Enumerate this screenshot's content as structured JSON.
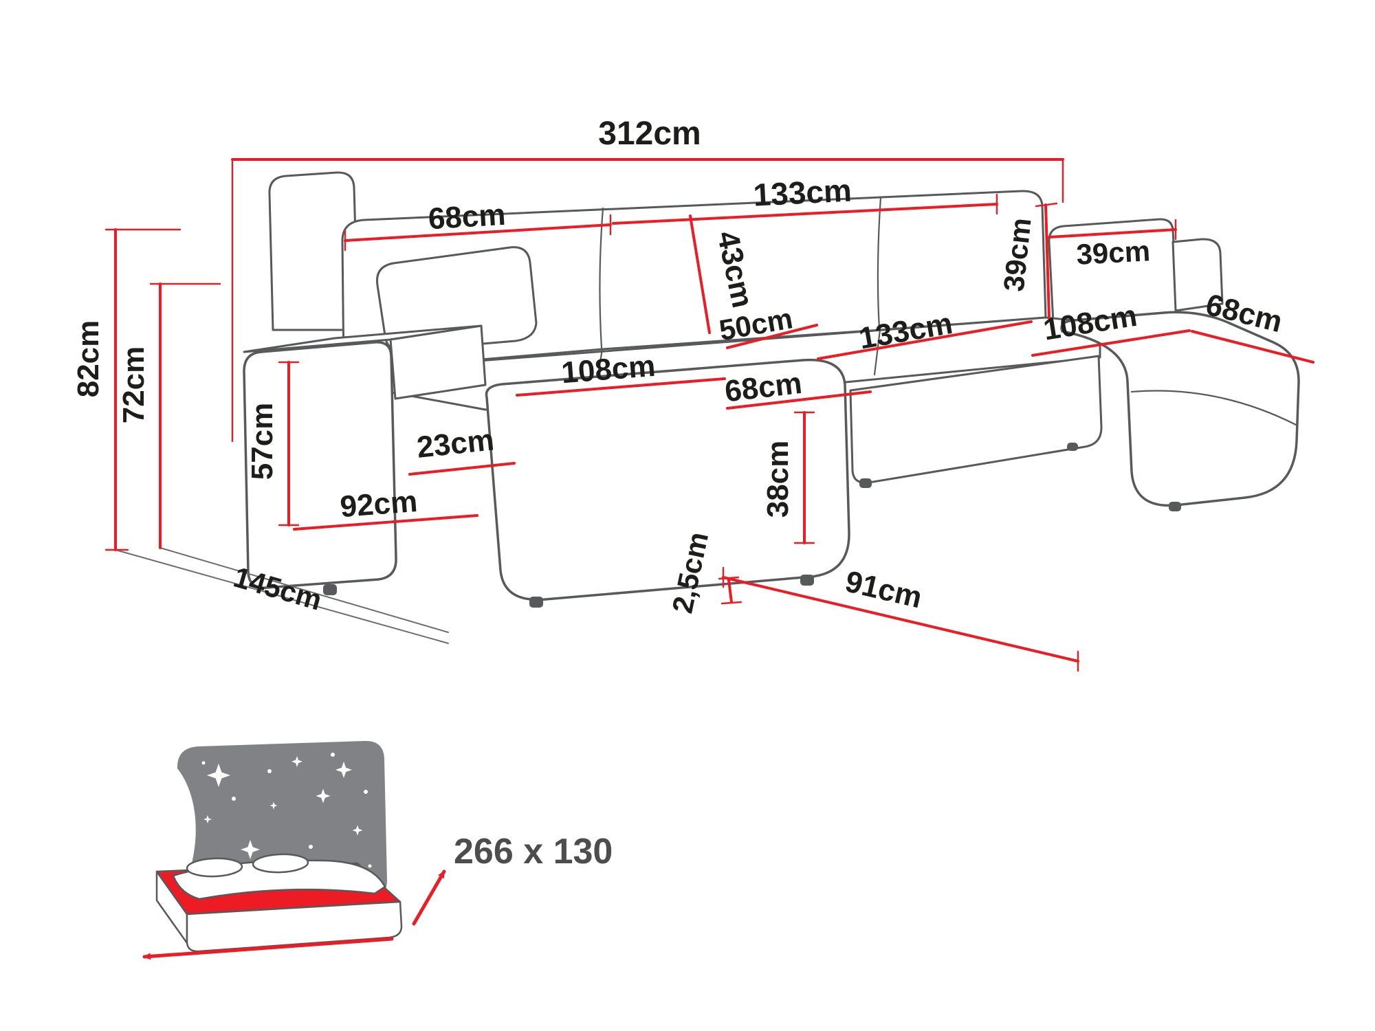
{
  "diagram": {
    "labels": {
      "total_width": "312cm",
      "total_height": "82cm",
      "backrest_height": "72cm",
      "floor_depth": "145cm",
      "back_left_width": "68cm",
      "back_top_width": "133cm",
      "backrest_cushion_height": "43cm",
      "headrest_height": "39cm",
      "headrest_width": "39cm",
      "seat_depth": "50cm",
      "seat_width": "133cm",
      "right_chaise_length": "108cm",
      "right_chaise_width": "68cm",
      "left_chaise_length": "108cm",
      "left_chaise_width": "68cm",
      "armrest_height": "57cm",
      "armrest_width": "23cm",
      "armrest_length": "92cm",
      "seat_height": "38cm",
      "leg_height": "2,5cm",
      "front_depth": "91cm"
    },
    "sleeping_function": {
      "label": "266 x 130"
    },
    "colors": {
      "dimension_red": "#ed1c24",
      "outline_gray": "#58595b",
      "icon_gray": "#808285",
      "label_dark": "#1d1d1b"
    }
  }
}
